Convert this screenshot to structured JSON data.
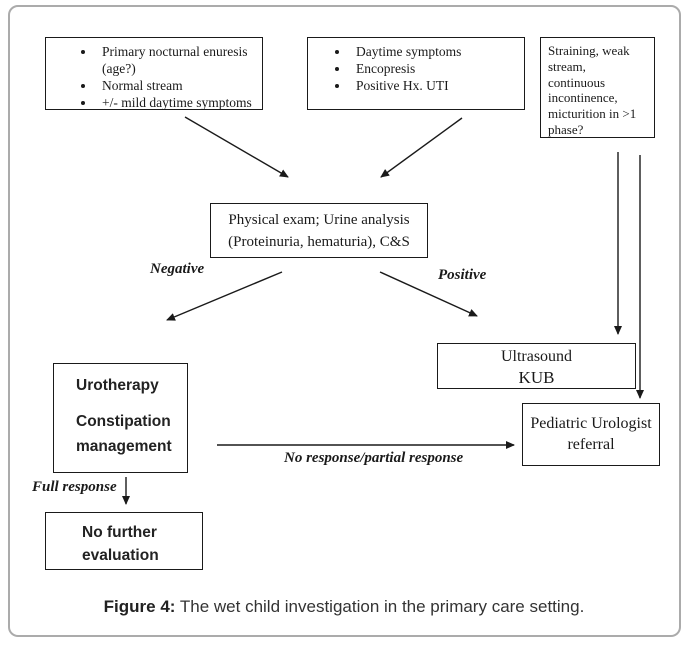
{
  "diagram": {
    "boxes": {
      "monosymptomatic": {
        "items": [
          "Primary nocturnal enuresis (age?)",
          "Normal stream",
          "+/- mild daytime symptoms"
        ]
      },
      "daytime": {
        "items": [
          "Daytime symptoms",
          "Encopresis",
          "Positive Hx. UTI"
        ]
      },
      "red_flags": {
        "lines": [
          "Straining, weak",
          "stream,",
          "continuous",
          "incontinence,",
          "micturition in >1",
          "phase?"
        ]
      },
      "physical_exam": {
        "line1": "Physical exam; Urine analysis",
        "line2": "(Proteinuria, hematuria), C&S"
      },
      "ultrasound": {
        "line1": "Ultrasound",
        "line2": "KUB"
      },
      "urotherapy": {
        "line1": "Urotherapy",
        "line2": "Constipation",
        "line3": "management"
      },
      "pediatric_urologist": {
        "line1": "Pediatric Urologist",
        "line2": "referral"
      },
      "no_further_evaluation": {
        "line1": "No further",
        "line2": "evaluation"
      }
    },
    "labels": {
      "negative": "Negative",
      "positive": "Positive",
      "no_response": "No response/partial response",
      "full_response": "Full response"
    },
    "caption": {
      "prefix": "Figure 4:",
      "text": " The wet child investigation in the primary care setting."
    }
  },
  "colors": {
    "frame_border": "#ababab",
    "line": "#1a1a1a",
    "text": "#1a1a1a",
    "background": "#ffffff"
  }
}
